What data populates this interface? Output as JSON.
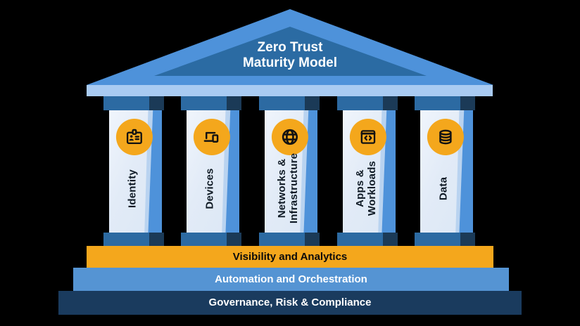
{
  "title": {
    "text": "Zero Trust\nMaturity Model"
  },
  "pillars": [
    {
      "label": "Identity",
      "icon": "id-badge-icon"
    },
    {
      "label": "Devices",
      "icon": "devices-icon"
    },
    {
      "label": "Networks &\nInfrastructure",
      "icon": "globe-icon"
    },
    {
      "label": "Apps &\nWorkloads",
      "icon": "app-window-code-icon"
    },
    {
      "label": "Data",
      "icon": "database-icon"
    }
  ],
  "foundation": [
    {
      "label": "Visibility and Analytics",
      "color": "#f4a71c",
      "text_color": "#0b0b0b"
    },
    {
      "label": "Automation and Orchestration",
      "color": "#5594d3",
      "text_color": "#ffffff"
    },
    {
      "label": "Governance, Risk & Compliance",
      "color": "#1a3b5e",
      "text_color": "#ffffff"
    }
  ],
  "colors": {
    "background": "#000000",
    "pediment_outer": "#4e92da",
    "pediment_inner": "#2b6ba3",
    "architrave": "#a9cbf2",
    "capital_blue": "#2c6aa2",
    "capital_dark": "#1b3a57",
    "shaft_light": "#e2ebf7",
    "shaft_shadow": "#4e92da",
    "icon_circle": "#f4a71c",
    "title_text": "#ffffff",
    "pillar_label_text": "#101b26"
  }
}
